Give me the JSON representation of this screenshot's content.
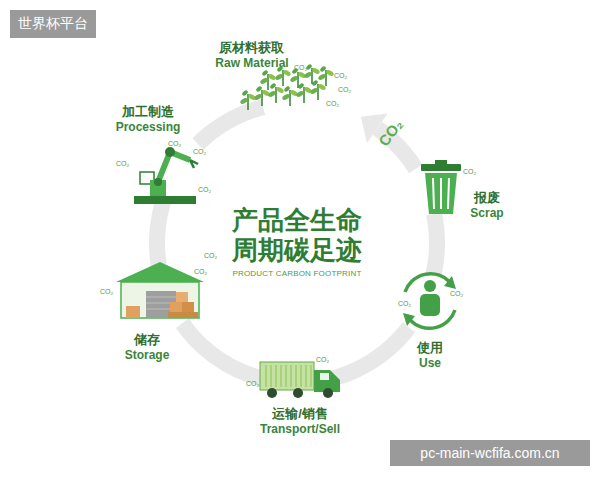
{
  "diagram": {
    "title": "产品全生命 周期碳足迹",
    "caption": "PRODUCT CARBON FOOTPRINT",
    "nodes": [
      {
        "text": [
          "原材料获取",
          "Raw Material"
        ]
      },
      {
        "text": [
          "加工制造",
          "Processing"
        ]
      },
      {
        "text": [
          "储存",
          "Storage"
        ]
      },
      {
        "text": [
          "运输/销售",
          "Transport/Sell"
        ]
      },
      {
        "text": [
          "使用",
          "Use"
        ]
      },
      {
        "text": [
          "报废",
          "Scrap"
        ]
      }
    ],
    "edges": [
      {
        "from": 0,
        "to": 1,
        "arrow": "none"
      },
      {
        "from": 1,
        "to": 2,
        "arrow": "none"
      },
      {
        "from": 2,
        "to": 3,
        "arrow": "none"
      },
      {
        "from": 3,
        "to": 4,
        "arrow": "none"
      },
      {
        "from": 4,
        "to": 5,
        "arrow": "none"
      },
      {
        "from": 5,
        "to": 0,
        "arrow": "to"
      }
    ],
    "labels": [
      "世界杯平台",
      "pc-main-wcfifa.com.cn",
      "CO₂",
      "CO₂",
      "CO₂",
      "CO₂",
      "CO₂",
      "CO₂",
      "CO₂",
      "CO₂",
      "CO₂",
      "CO₂",
      "CO₂",
      "CO₂",
      "CO₂",
      "CO₂",
      "CO₂",
      "CO₂",
      "CO₂"
    ]
  }
}
